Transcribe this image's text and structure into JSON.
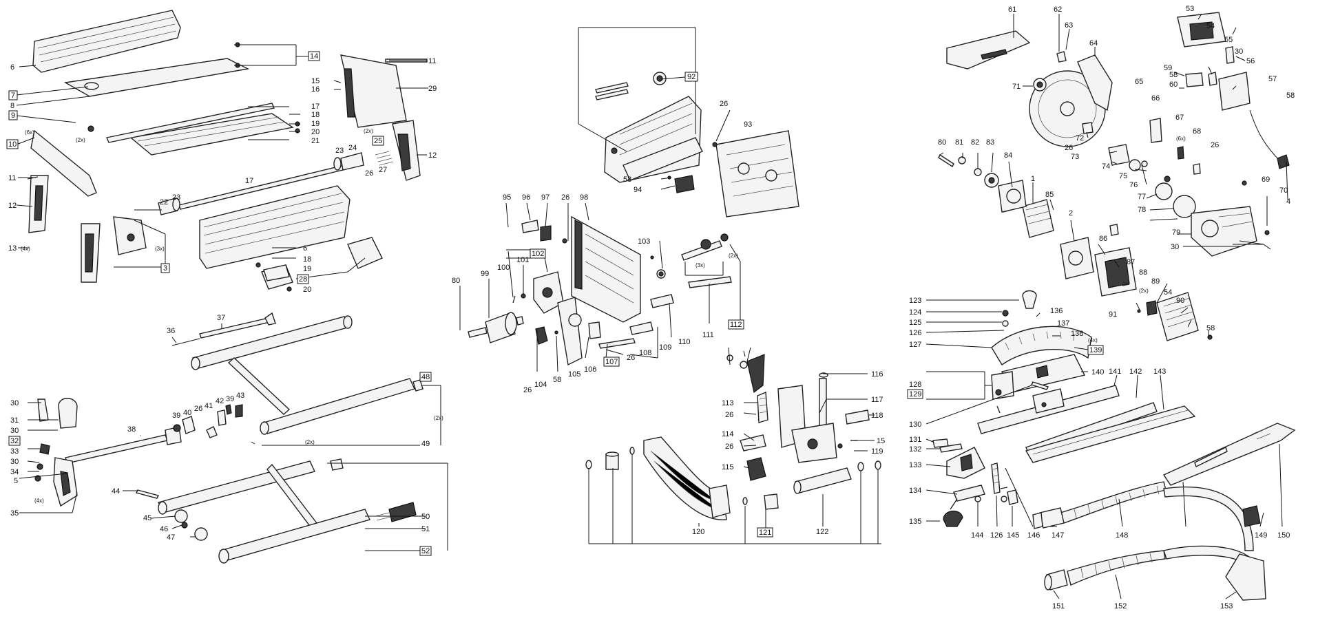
{
  "labels": {
    "p6": "6",
    "p7": "7",
    "p8": "8",
    "p9": "9",
    "p10": "10",
    "p11": "11",
    "p12": "12",
    "p13": "13",
    "p14": "14",
    "p15": "15",
    "p16": "16",
    "p17": "17",
    "p18": "18",
    "p19": "19",
    "p20": "20",
    "p21": "21",
    "p22": "22",
    "p23": "23",
    "p24": "24",
    "p25": "25",
    "p26": "26",
    "p27": "27",
    "p28": "28",
    "p29": "29",
    "p3": "3",
    "p30": "30",
    "p31": "31",
    "p32": "32",
    "p33": "33",
    "p34": "34",
    "p35": "35",
    "p5": "5",
    "p36": "36",
    "p37": "37",
    "p38": "38",
    "p39": "39",
    "p40": "40",
    "p41": "41",
    "p42": "42",
    "p43": "43",
    "p44": "44",
    "p45": "45",
    "p46": "46",
    "p47": "47",
    "p48": "48",
    "p49": "49",
    "p50": "50",
    "p51": "51",
    "p52": "52",
    "p58": "58",
    "p80": "80",
    "p92": "92",
    "p93": "93",
    "p94": "94",
    "p95": "95",
    "p96": "96",
    "p97": "97",
    "p98": "98",
    "p99": "99",
    "p100": "100",
    "p101": "101",
    "p102": "102",
    "p103": "103",
    "p104": "104",
    "p105": "105",
    "p106": "106",
    "p107": "107",
    "p108": "108",
    "p109": "109",
    "p110": "110",
    "p111": "111",
    "p112": "112",
    "p113": "113",
    "p114": "114",
    "p115": "115",
    "p116": "116",
    "p117": "117",
    "p118": "118",
    "p119": "119",
    "p120": "120",
    "p121": "121",
    "p122": "122",
    "p1": "1",
    "p2": "2",
    "p4": "4",
    "p53": "53",
    "p54": "54",
    "p55": "55",
    "p56": "56",
    "p57": "57",
    "p59": "59",
    "p60": "60",
    "p61": "61",
    "p62": "62",
    "p63": "63",
    "p64": "64",
    "p65": "65",
    "p66": "66",
    "p67": "67",
    "p68": "68",
    "p69": "69",
    "p70": "70",
    "p71": "71",
    "p72": "72",
    "p73": "73",
    "p74": "74",
    "p75": "75",
    "p76": "76",
    "p77": "77",
    "p78": "78",
    "p79": "79",
    "p81": "81",
    "p82": "82",
    "p83": "83",
    "p84": "84",
    "p85": "85",
    "p86": "86",
    "p87": "87",
    "p88": "88",
    "p89": "89",
    "p90": "90",
    "p91": "91",
    "p123": "123",
    "p124": "124",
    "p125": "125",
    "p126": "126",
    "p127": "127",
    "p128": "128",
    "p129": "129",
    "p130": "130",
    "p131": "131",
    "p132": "132",
    "p133": "133",
    "p134": "134",
    "p135": "135",
    "p136": "136",
    "p137": "137",
    "p138": "138",
    "p139": "139",
    "p140": "140",
    "p141": "141",
    "p142": "142",
    "p143": "143",
    "p144": "144",
    "p145": "145",
    "p146": "146",
    "p147": "147",
    "p148": "148",
    "p149": "149",
    "p150": "150",
    "p151": "151",
    "p152": "152",
    "p153": "153"
  },
  "qty": {
    "x2": "(2x)",
    "x3": "(3x)",
    "x4": "(4x)",
    "x6": "(6x)"
  },
  "colors": {
    "ink": "#111111",
    "part_fill": "#f4f4f4",
    "dark_fill": "#3b3b3b"
  }
}
